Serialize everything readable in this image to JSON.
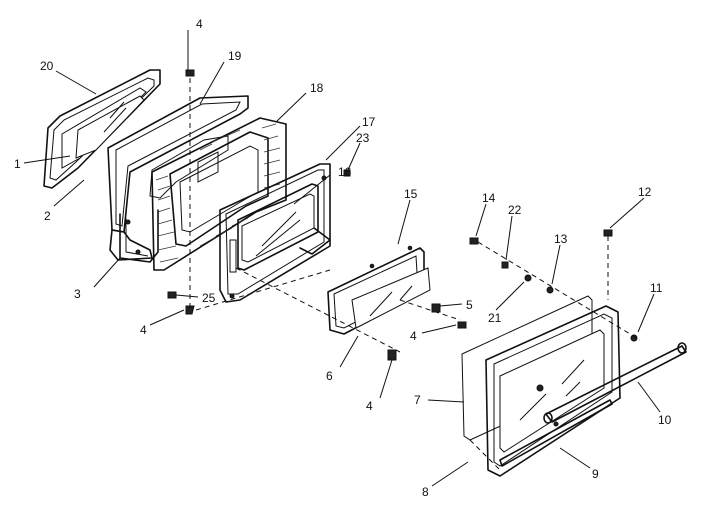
{
  "callouts": {
    "c1": "1",
    "c2": "2",
    "c3": "3",
    "c4a": "4",
    "c4b": "4",
    "c4c": "4",
    "c4d": "4",
    "c5": "5",
    "c6": "6",
    "c7": "7",
    "c8": "8",
    "c9": "9",
    "c10": "10",
    "c11": "11",
    "c12": "12",
    "c13": "13",
    "c14": "14",
    "c15": "15",
    "c16": "16",
    "c17": "17",
    "c18": "18",
    "c19": "19",
    "c20": "20",
    "c21": "21",
    "c22": "22",
    "c23": "23",
    "c25": "25"
  }
}
